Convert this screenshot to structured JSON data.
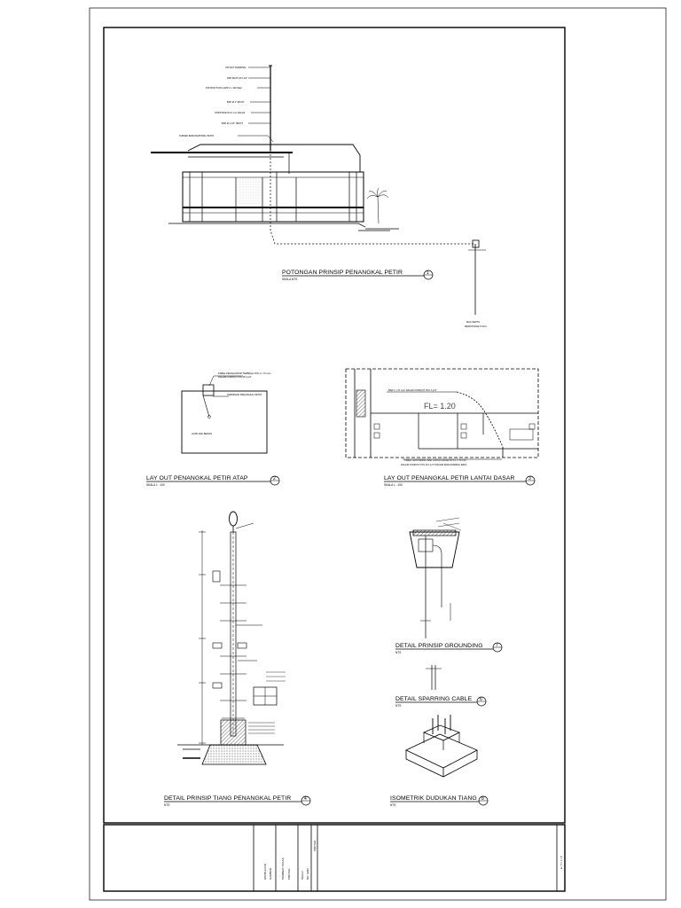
{
  "drawings": [
    {
      "id": "1",
      "title": "POTONGAN PRINSIP PENANGKAL PETIR",
      "scale": "SKALA NTS",
      "number": "1"
    },
    {
      "id": "2",
      "title": "LAY OUT PENANGKAL PETIR ATAP",
      "scale": "SKALA 1 : 100",
      "number": "2"
    },
    {
      "id": "3",
      "title": "LAY OUT PENANGKAL PETIR LANTAI DASAR",
      "scale": "SKALA 1 : 100",
      "number": "3"
    },
    {
      "id": "4",
      "title": "DETAIL PRINSIP TIANG PENANGKAL PETIR",
      "scale": "NTS",
      "number": "4"
    },
    {
      "id": "7",
      "title": "DETAIL PRINSIP GROUNDING",
      "scale": "NTS",
      "number": "7"
    },
    {
      "id": "6",
      "title": "DETAIL SPARRING CABLE",
      "scale": "NTS",
      "number": "6"
    },
    {
      "id": "8",
      "title": "ISOMETRIK DUDUKAN TIANG",
      "scale": "NTS",
      "number": "8"
    }
  ],
  "section_callouts": [
    "UPI DAT TERMINAL",
    "FRP MAST Ø 2,1/2\"",
    "DISTRUCTION LAMP 2 x 100 Watt",
    "BSP Ø 1\" (BCNT",
    "STRIP BAR Ø 12 mm DALAS",
    "BSP Ø 1,1/2\" (BCNT",
    "SUBJEK BARANG/PINSIL PETIR"
  ],
  "ground_note": [
    "MAX DEPTH",
    "RESISTANCE 5 Ohm"
  ],
  "roof_plan": {
    "notes": [
      "KABEL PENGHANTAR TEMBAGA NYA 1 x 70 mm²",
      "DALAM CONDUIT PVC Ø 1,1/4\"",
      "TERMINASI PENANGKAL PETIR"
    ],
    "room_label": "ACDP DAK BESON"
  },
  "ground_plan": {
    "level_label": "FL= 1.20",
    "notes": [
      "BAR 1 x 70 mm² DALAM CONDUIT PVC 1,1/4\"",
      "KABEL GROUNDING BAR LANTAI DASAR NYA 1 x 70 mm²",
      "DALAM CONDUIT PVC Ø 1,1/4\" DIKLEM PADA DINDING BATA"
    ]
  },
  "title_block": {
    "col_a": [
      "KONSULTAN",
      "GAMBAR"
    ],
    "col_b": [
      "PEMBERI TUGAS",
      "PROYEK"
    ],
    "col_c": [
      "SKALA",
      "NO. GBR"
    ],
    "col_d": [
      "PROYEK"
    ],
    "right_code": "E / 7 / 1 / 8"
  }
}
